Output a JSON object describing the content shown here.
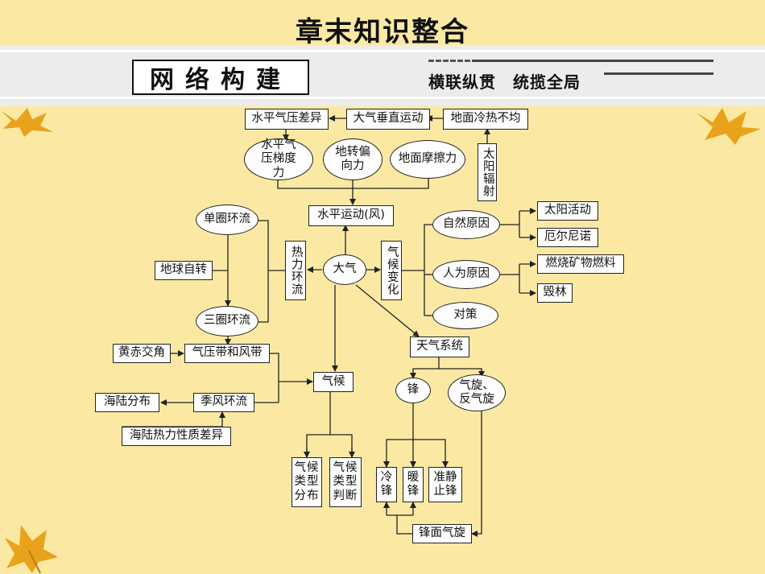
{
  "title": "章末知识整合",
  "banner": {
    "left": "网络构建",
    "right": "横联纵贯　统揽全局"
  },
  "colors": {
    "background": "#fbe9a3",
    "band": "#ececec",
    "leaf": "#e9a21b"
  },
  "nodes": {
    "pressure_diff": "水平气压差异",
    "vertical_motion": "大气垂直运动",
    "uneven_heating": "地面冷热不均",
    "solar_radiation": "太阳辐射",
    "gradient_force": "水平气压梯度力",
    "coriolis": "地转偏向力",
    "friction": "地面摩擦力",
    "horizontal_motion": "水平运动(风)",
    "single_cell": "单圈环流",
    "earth_rotation": "地球自转",
    "three_cell": "三圈环流",
    "thermal_circulation": "热力环流",
    "atmosphere": "大气",
    "climate_change": "气候变化",
    "natural_causes": "自然原因",
    "solar_activity": "太阳活动",
    "el_nino": "厄尔尼诺",
    "human_causes": "人为原因",
    "fossil_fuels": "燃烧矿物燃料",
    "deforestation": "毁林",
    "countermeasures": "对策",
    "weather_systems": "天气系统",
    "ecliptic_obliquity": "黄赤交角",
    "pressure_wind_belts": "气压带和风带",
    "climate": "气候",
    "land_sea": "海陆分布",
    "monsoon": "季风环流",
    "land_sea_thermal": "海陆热力性质差异",
    "front": "锋",
    "cyclone": "气旋、反气旋",
    "climate_type_distribution": "气候类型分布",
    "climate_type_judgment": "气候类型判断",
    "cold_front": "冷锋",
    "warm_front": "暖锋",
    "stationary_front": "准静止锋",
    "frontal_cyclone": "锋面气旋"
  }
}
